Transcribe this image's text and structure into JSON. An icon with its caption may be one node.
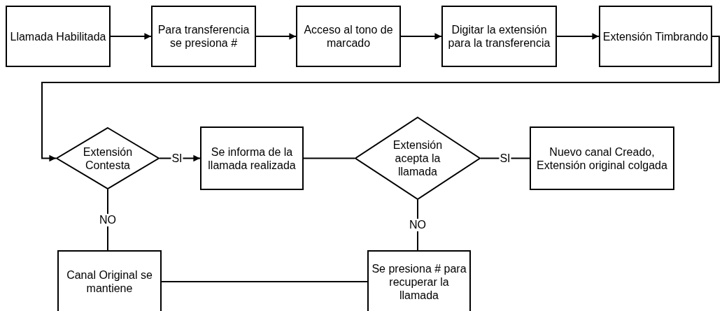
{
  "diagram": {
    "nodes": [
      {
        "text": [
          "Llamada Habilitada"
        ]
      },
      {
        "text": [
          "Para transferencia se presiona #"
        ]
      },
      {
        "text": [
          "Acceso al tono de marcado"
        ]
      },
      {
        "text": [
          "Digitar la extensión para la transferencia"
        ]
      },
      {
        "text": [
          "Extensión Timbrando"
        ]
      },
      {
        "text": [
          "Extensión Contesta"
        ]
      },
      {
        "text": [
          "Se informa de la llamada realizada"
        ]
      },
      {
        "text": [
          "Extensión acepta la llamada"
        ]
      },
      {
        "text": [
          "Nuevo canal Creado, Extensión original colgada"
        ]
      },
      {
        "text": [
          "Canal Original se mantiene"
        ]
      },
      {
        "text": [
          "Se presiona # para recuperar la llamada"
        ]
      }
    ],
    "edges": [
      {
        "from": 0,
        "to": 1,
        "arrow": "to"
      },
      {
        "from": 1,
        "to": 2,
        "arrow": "to"
      },
      {
        "from": 2,
        "to": 3,
        "arrow": "to"
      },
      {
        "from": 3,
        "to": 4,
        "arrow": "to"
      },
      {
        "from": 4,
        "to": 5,
        "arrow": "to"
      },
      {
        "from": 5,
        "to": 6,
        "arrow": "to",
        "label": "SI"
      },
      {
        "from": 6,
        "to": 7,
        "arrow": "none"
      },
      {
        "from": 7,
        "to": 8,
        "arrow": "none",
        "label": "SI"
      },
      {
        "from": 5,
        "to": 9,
        "arrow": "none",
        "label": "NO"
      },
      {
        "from": 7,
        "to": 10,
        "arrow": "none",
        "label": "NO"
      },
      {
        "from": 10,
        "to": 9,
        "arrow": "none"
      }
    ]
  }
}
